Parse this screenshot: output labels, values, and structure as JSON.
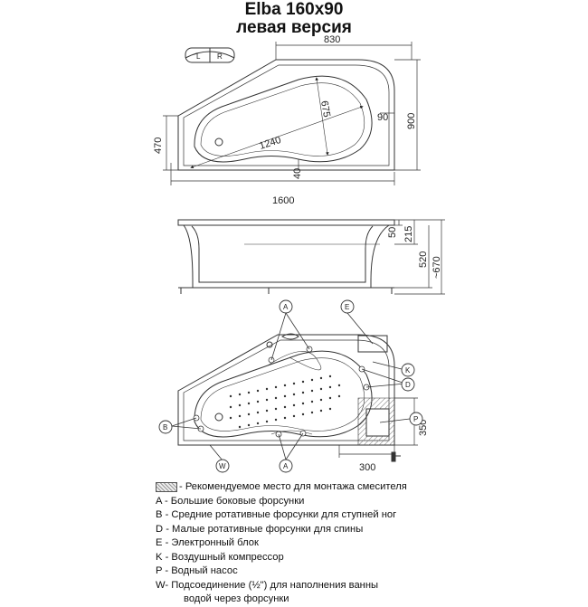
{
  "header": {
    "title": "Elba 160x90",
    "subtitle": "левая версия"
  },
  "switch": {
    "left": "L",
    "right": "R"
  },
  "dimensions": {
    "top_width": "830",
    "overall_length": "1600",
    "side_width": "470",
    "overall_depth": "900",
    "inner_length": "1240",
    "inner_width": "675",
    "rim_offset": "90",
    "bottom_offset": "40",
    "rim_height": "50",
    "overflow_height": "215",
    "tub_height": "520",
    "total_height": "~670",
    "pump_height": "350",
    "pump_width": "300"
  },
  "markers": {
    "A": "A",
    "B": "B",
    "D": "D",
    "E": "E",
    "K": "K",
    "P": "P",
    "W": "W"
  },
  "legend": [
    "- Рекомендуемое место для монтажа смесителя",
    "A - Большие боковые форсунки",
    "B - Средние ротативные форсунки для ступней ног",
    "D - Малые ротативные форсунки для спины",
    "E - Электронный блок",
    "K - Воздушный компрессор",
    "P - Водный насос",
    "W- Подсоединение (½\") для наполнения ванны",
    "водой через форсунки"
  ]
}
